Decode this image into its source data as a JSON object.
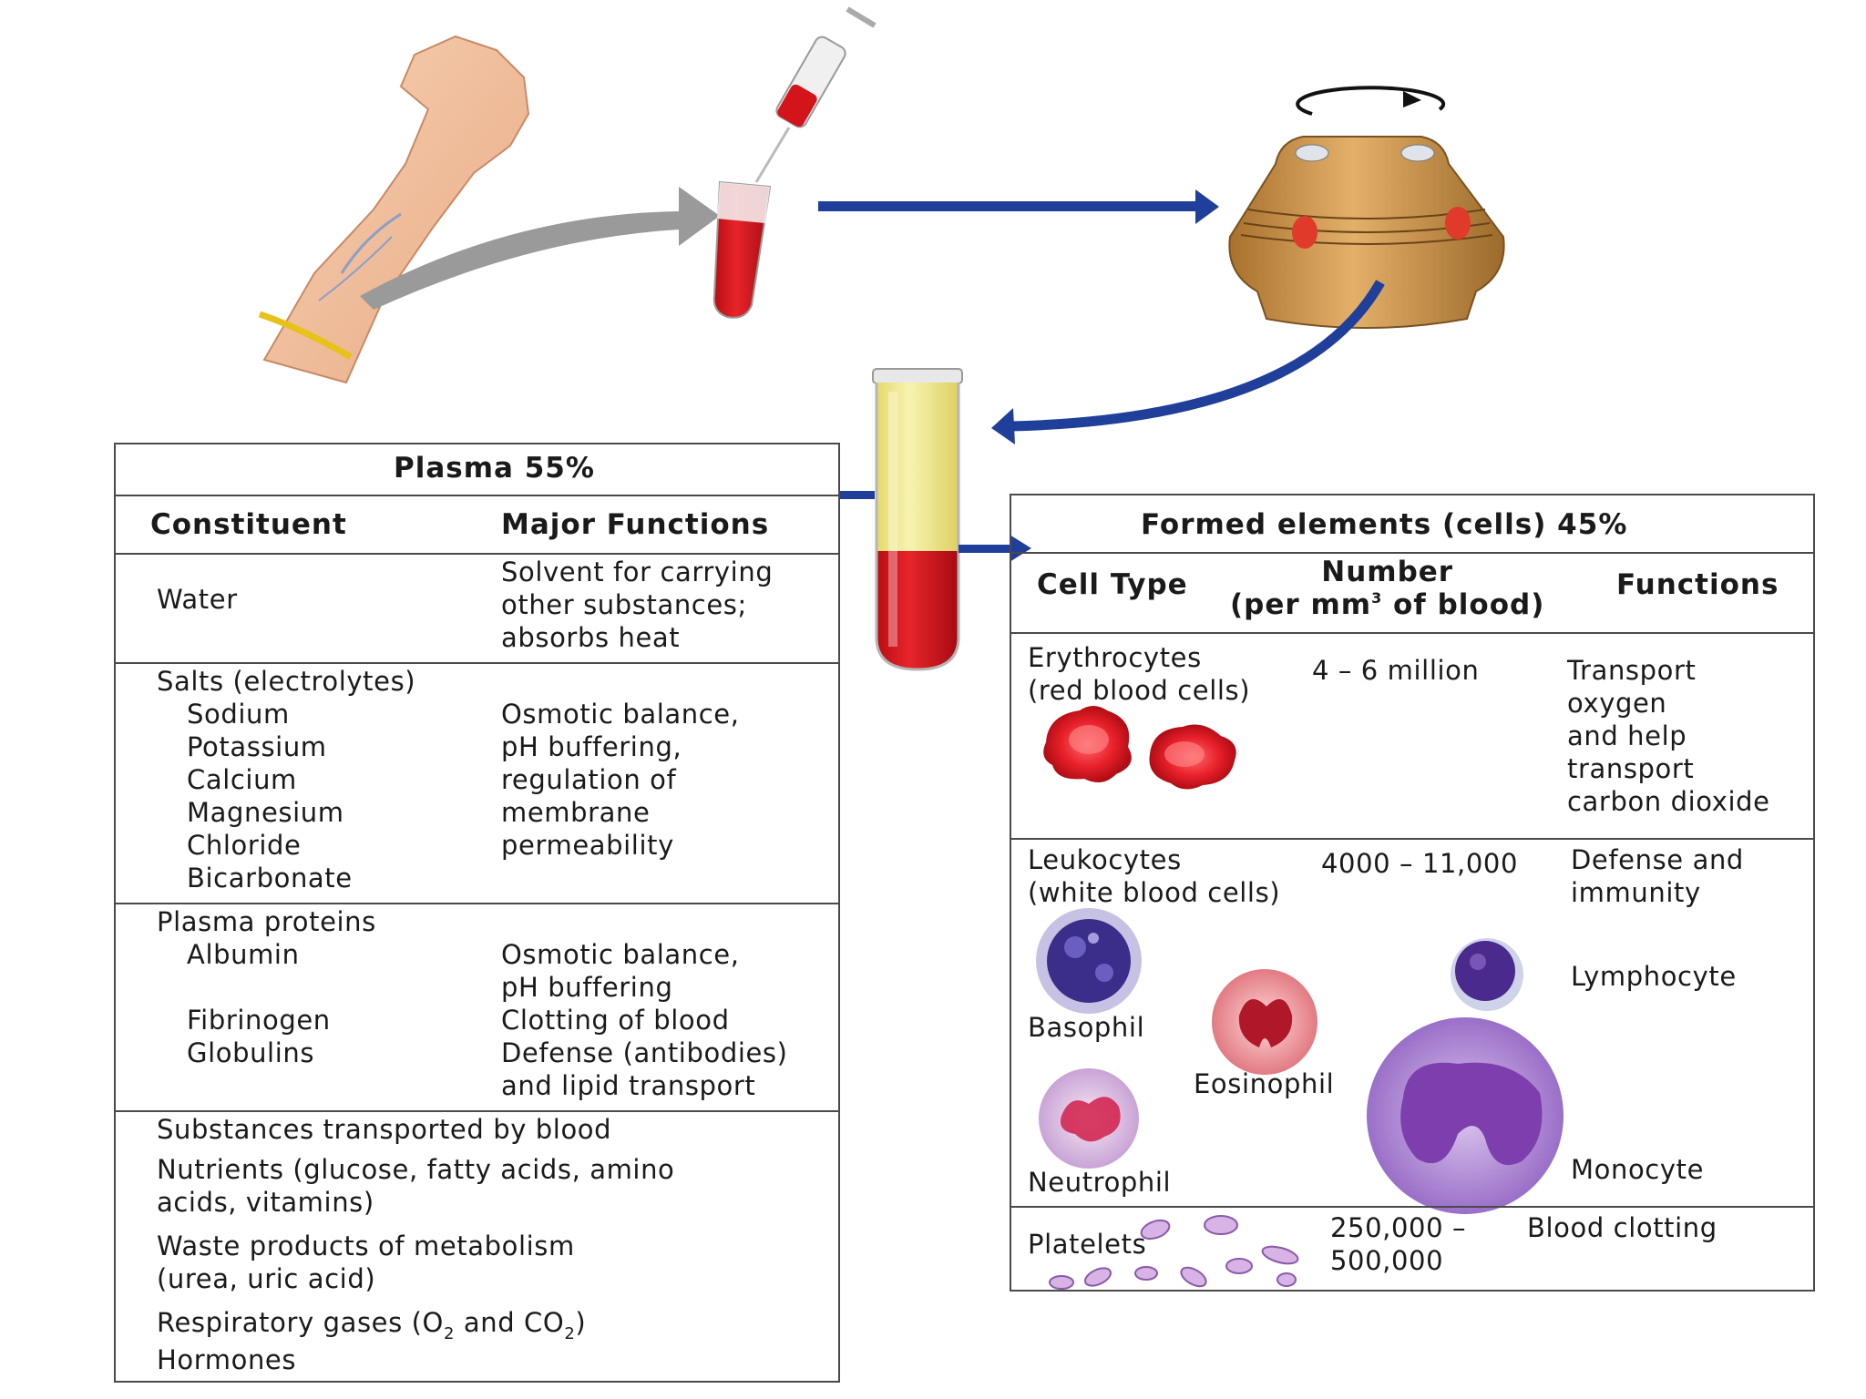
{
  "plasma": {
    "title": "Plasma 55%",
    "headers": [
      "Constituent",
      "Major Functions"
    ],
    "water": {
      "name": "Water",
      "functions": [
        "Solvent for carrying",
        "other substances;",
        "absorbs heat"
      ]
    },
    "salts": {
      "name": "Salts (electrolytes)",
      "items": [
        "Sodium",
        "Potassium",
        "Calcium",
        "Magnesium",
        "Chloride",
        "Bicarbonate"
      ],
      "functions": [
        "Osmotic balance,",
        "pH buffering,",
        "regulation of",
        "membrane",
        "permeability"
      ]
    },
    "proteins": {
      "name": "Plasma proteins",
      "items": [
        {
          "name": "Albumin",
          "functions": [
            "Osmotic balance,",
            "pH buffering"
          ]
        },
        {
          "name": "Fibrinogen",
          "functions": [
            "Clotting of blood"
          ]
        },
        {
          "name": "Globulins",
          "functions": [
            "Defense (antibodies)",
            "and lipid transport"
          ]
        }
      ]
    },
    "transported": {
      "heading": "Substances transported by blood",
      "nutrients": [
        "Nutrients (glucose, fatty acids, amino",
        "acids, vitamins)"
      ],
      "waste": [
        "Waste products of metabolism",
        "(urea, uric acid)"
      ],
      "gases_pre": "Respiratory gases (O",
      "gases_sub1": "2",
      "gases_mid": " and CO",
      "gases_sub2": "2",
      "gases_post": ")",
      "hormones": "Hormones"
    }
  },
  "formed": {
    "title": "Formed elements (cells) 45%",
    "headers": {
      "cell_type": "Cell Type",
      "number_line1": "Number",
      "number_pre": "(per mm",
      "number_sup": "3",
      "number_post": " of blood)",
      "functions": "Functions"
    },
    "erythrocytes": {
      "name": [
        "Erythrocytes",
        "(red blood cells)"
      ],
      "number": "4 – 6 million",
      "functions": [
        "Transport",
        "oxygen",
        "and help",
        "transport",
        "carbon dioxide"
      ]
    },
    "leukocytes": {
      "name": [
        "Leukocytes",
        "(white blood cells)"
      ],
      "number": "4000 – 11,000",
      "functions": [
        "Defense and",
        "immunity"
      ],
      "cells": {
        "lymphocyte": "Lymphocyte",
        "basophil": "Basophil",
        "eosinophil": "Eosinophil",
        "neutrophil": "Neutrophil",
        "monocyte": "Monocyte"
      }
    },
    "platelets": {
      "name": "Platelets",
      "number": [
        "250,000 –",
        "500,000"
      ],
      "functions": "Blood clotting"
    }
  },
  "colors": {
    "arrow_blue": "#1f3f9a",
    "arrow_gray": "#9a9a9a",
    "blood_red": "#d3141b",
    "plasma_yellow": "#efe88a",
    "centrifuge_gold": "#c99447",
    "table_border": "#4a4a4a"
  }
}
